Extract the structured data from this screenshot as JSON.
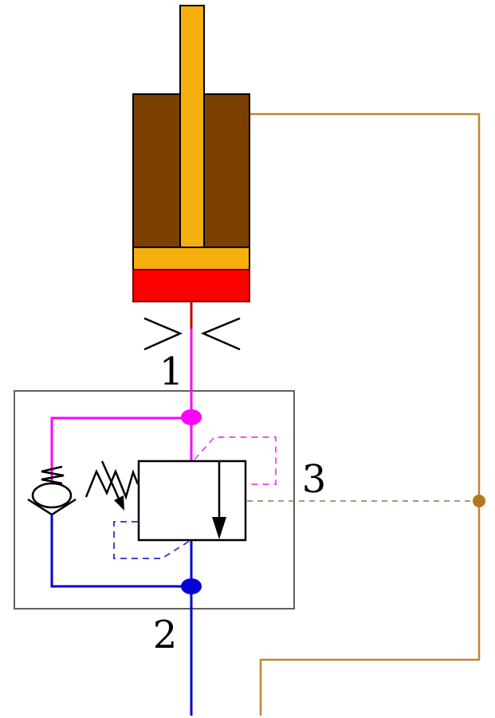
{
  "labels": {
    "port1": "1",
    "port2": "2",
    "port3": "3"
  },
  "icons": {
    "cylinder": "hydraulic-cylinder-icon",
    "restrictor": "flow-restrictor-icon",
    "check_valve": "check-valve-icon",
    "valve": "counterbalance-valve-icon",
    "spring": "adjustable-spring-icon",
    "flow_arrow": "flow-arrow-icon",
    "junctions": [
      "magenta-junction-dot",
      "blue-junction-dot",
      "brown-junction-dot"
    ]
  },
  "colors": {
    "black": "#000000",
    "box-gray": "#606060",
    "pipe-brown": "#BE8730",
    "dash-olive": "#8A7A50",
    "dot-brown": "#B5791B",
    "cylinder-brown": "#7B3F00",
    "cylinder-orange": "#F5AF0E",
    "cylinder-red": "#FF0000",
    "cylinder-red-border": "#7A0000",
    "red-line": "#C00000",
    "magenta": "#FF00FF",
    "magenta-dash": "#EE55EE",
    "blue": "#0000D8",
    "blue-dash": "#4747CC"
  }
}
